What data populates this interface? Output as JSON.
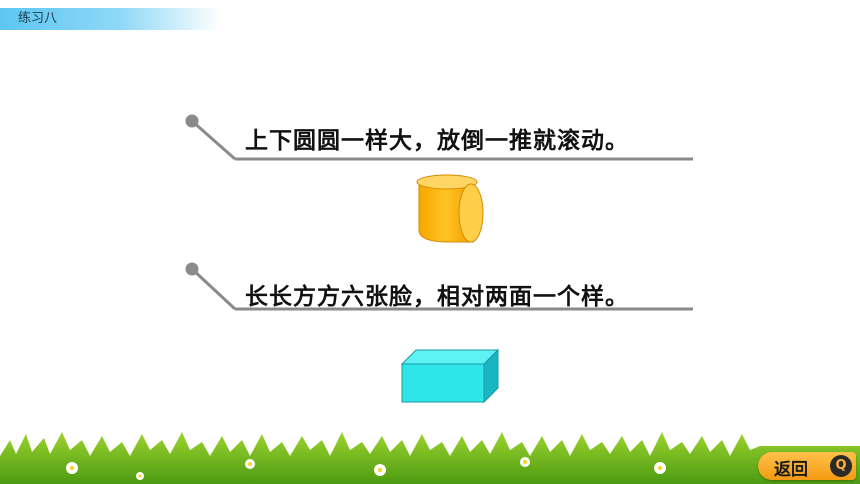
{
  "header": {
    "title": "练习八"
  },
  "riddles": [
    {
      "text": "上下圆圆一样大，放倒一推就滚动。"
    },
    {
      "text": "长长方方六张脸，相对两面一个样。"
    }
  ],
  "colors": {
    "cylinder": "#ffc224",
    "cuboid": "#2ee6ea",
    "accent": "#5cc6f2",
    "button": "#f7a51e"
  },
  "shapes": [
    "cylinder-icon",
    "cuboid-icon"
  ],
  "footer": {
    "back_label": "返回",
    "back_icon": "Q"
  }
}
